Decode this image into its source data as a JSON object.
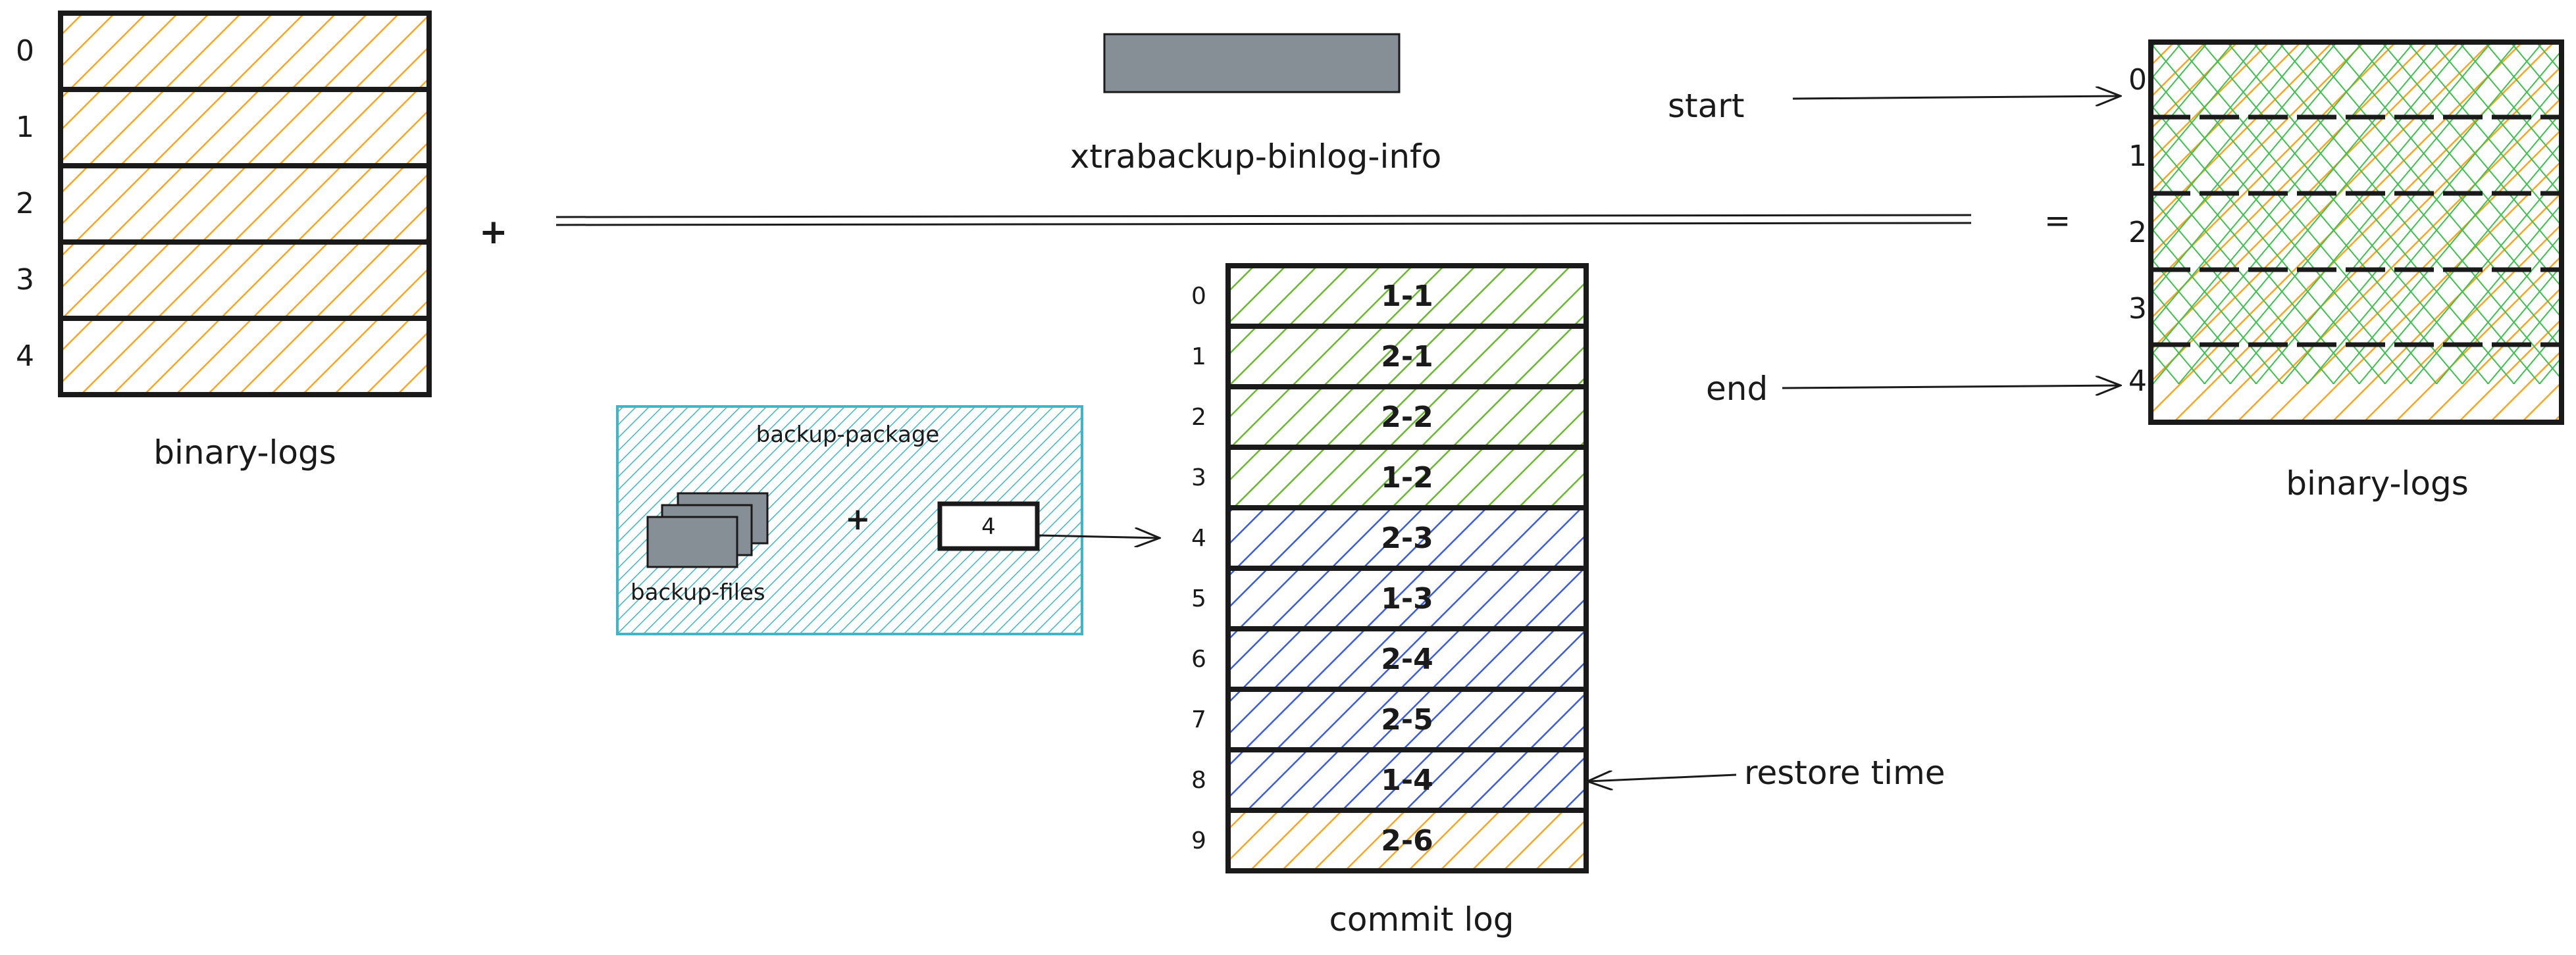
{
  "left_logs": {
    "indices": [
      "0",
      "1",
      "2",
      "3",
      "4"
    ],
    "caption": "binary-logs"
  },
  "binlog_info": {
    "caption": "xtrabackup-binlog-info"
  },
  "plus_sign": "+",
  "equals_sign": "=",
  "package": {
    "title": "backup-package",
    "files_label": "backup-files",
    "plus": "+",
    "pointer_value": "4"
  },
  "commit_log": {
    "caption": "commit log",
    "rows": [
      {
        "index": "0",
        "label": "1-1",
        "color": "green"
      },
      {
        "index": "1",
        "label": "2-1",
        "color": "green"
      },
      {
        "index": "2",
        "label": "2-2",
        "color": "green"
      },
      {
        "index": "3",
        "label": "1-2",
        "color": "green"
      },
      {
        "index": "4",
        "label": "2-3",
        "color": "blue"
      },
      {
        "index": "5",
        "label": "1-3",
        "color": "blue"
      },
      {
        "index": "6",
        "label": "2-4",
        "color": "blue"
      },
      {
        "index": "7",
        "label": "2-5",
        "color": "blue"
      },
      {
        "index": "8",
        "label": "1-4",
        "color": "blue"
      },
      {
        "index": "9",
        "label": "2-6",
        "color": "orange"
      }
    ]
  },
  "restore_time_label": "restore time",
  "right_logs": {
    "indices": [
      "0",
      "1",
      "2",
      "3",
      "4"
    ],
    "caption": "binary-logs",
    "start_label": "start",
    "end_label": "end"
  },
  "colors": {
    "orange": "#f5a623",
    "green": "#6ab82e",
    "blue": "#3b5bdb",
    "cyan": "#3fb6c6",
    "gray": "#868e96",
    "xgreen": "#3fbf50"
  }
}
